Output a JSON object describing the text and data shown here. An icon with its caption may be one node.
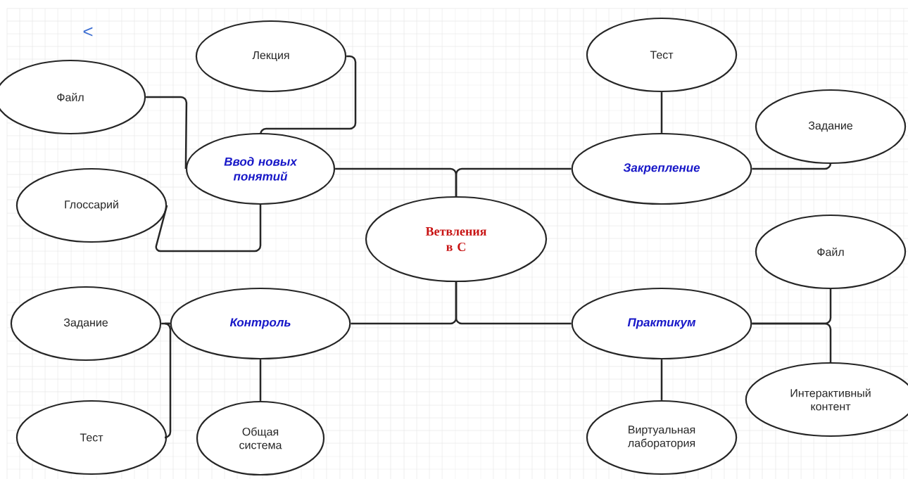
{
  "diagram": {
    "nodes": [
      {
        "text": [
          "Лекция"
        ]
      },
      {
        "text": [
          "Файл"
        ]
      },
      {
        "text": [
          "Ввод новых понятий"
        ]
      },
      {
        "text": [
          "Глоссарий"
        ]
      },
      {
        "text": [
          "Ветвления в С"
        ]
      },
      {
        "text": [
          "Тест"
        ]
      },
      {
        "text": [
          "Задание"
        ]
      },
      {
        "text": [
          "Закрепление"
        ]
      },
      {
        "text": [
          "Файл"
        ]
      },
      {
        "text": [
          "Задание"
        ]
      },
      {
        "text": [
          "Контроль"
        ]
      },
      {
        "text": [
          "Практикум"
        ]
      },
      {
        "text": [
          "Тест"
        ]
      },
      {
        "text": [
          "Общая система"
        ]
      },
      {
        "text": [
          "Виртуальная лаборатория"
        ]
      },
      {
        "text": [
          "Интерактивный контент"
        ]
      }
    ],
    "edges": [
      {
        "from": 2,
        "to": 0,
        "arrow": "none"
      },
      {
        "from": 2,
        "to": 1,
        "arrow": "none"
      },
      {
        "from": 2,
        "to": 3,
        "arrow": "none"
      },
      {
        "from": 4,
        "to": 2,
        "arrow": "none"
      },
      {
        "from": 4,
        "to": 7,
        "arrow": "none"
      },
      {
        "from": 7,
        "to": 5,
        "arrow": "none"
      },
      {
        "from": 7,
        "to": 6,
        "arrow": "none"
      },
      {
        "from": 4,
        "to": 10,
        "arrow": "none"
      },
      {
        "from": 4,
        "to": 11,
        "arrow": "none"
      },
      {
        "from": 10,
        "to": 9,
        "arrow": "none"
      },
      {
        "from": 10,
        "to": 12,
        "arrow": "none"
      },
      {
        "from": 10,
        "to": 13,
        "arrow": "none"
      },
      {
        "from": 11,
        "to": 14,
        "arrow": "none"
      },
      {
        "from": 11,
        "to": 8,
        "arrow": "none"
      },
      {
        "from": 11,
        "to": 15,
        "arrow": "none"
      }
    ],
    "labels": [
      "<"
    ]
  }
}
